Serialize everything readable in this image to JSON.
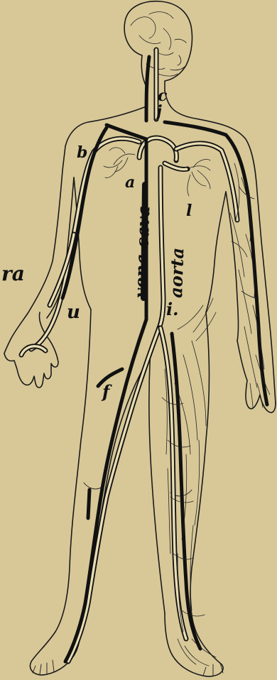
{
  "labels": {
    "c": "c",
    "j": "j",
    "b": "b",
    "a": "a",
    "l": "l",
    "ra": "ra",
    "u": "u",
    "vena_cava": "vena cava",
    "aorta": "aorta",
    "i": "i.",
    "f": "f"
  }
}
